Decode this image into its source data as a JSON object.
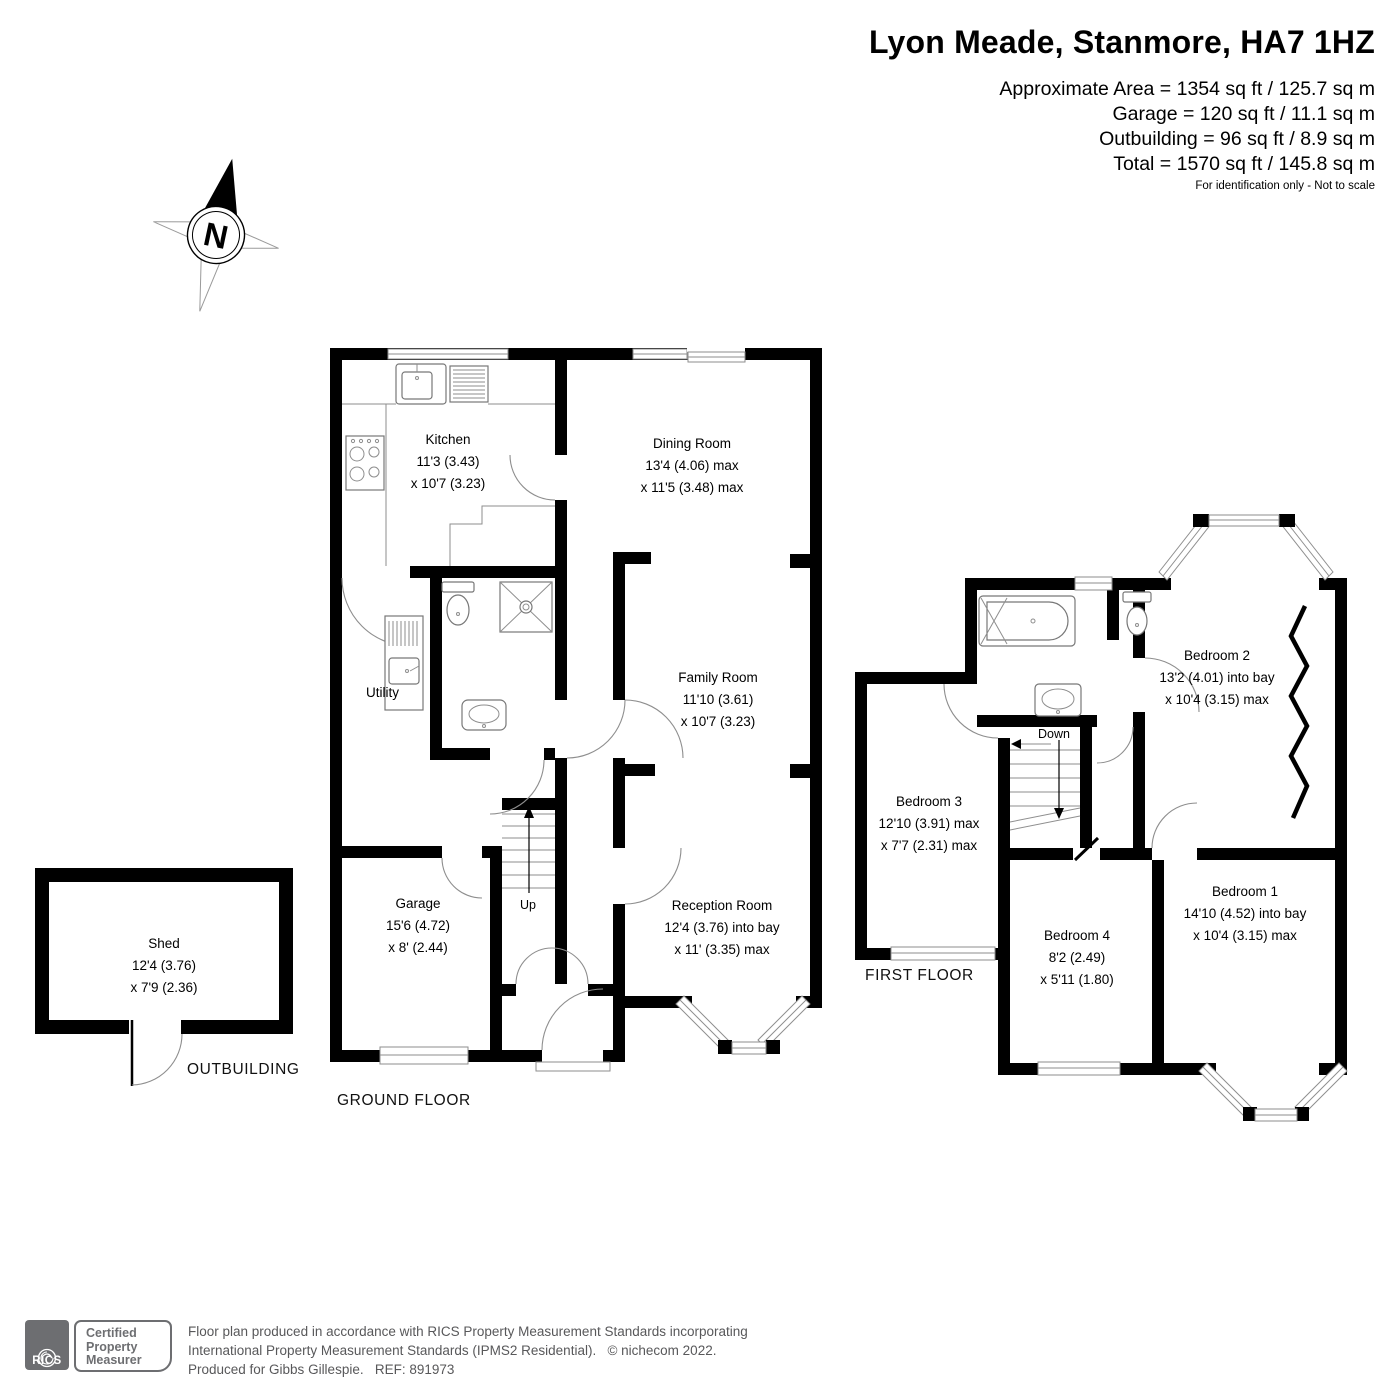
{
  "header": {
    "title": "Lyon Meade, Stanmore, HA7 1HZ",
    "area_lines": [
      "Approximate Area = 1354 sq ft / 125.7 sq m",
      "Garage = 120 sq ft / 11.1 sq m",
      "Outbuilding = 96 sq ft / 8.9 sq m",
      "Total = 1570 sq ft / 145.8 sq m"
    ],
    "disclaimer": "For identification only - Not to scale"
  },
  "compass": {
    "north_label": "N"
  },
  "ground_floor": {
    "label": "GROUND FLOOR",
    "stairs_label": "Up",
    "rooms": {
      "kitchen": {
        "name": "Kitchen",
        "dim1": "11'3 (3.43)",
        "dim2": "x 10'7 (3.23)"
      },
      "dining_room": {
        "name": "Dining Room",
        "dim1": "13'4 (4.06) max",
        "dim2": "x 11'5 (3.48) max"
      },
      "utility": {
        "name": "Utility"
      },
      "family_room": {
        "name": "Family Room",
        "dim1": "11'10 (3.61)",
        "dim2": "x 10'7 (3.23)"
      },
      "garage": {
        "name": "Garage",
        "dim1": "15'6 (4.72)",
        "dim2": "x 8' (2.44)"
      },
      "reception_room": {
        "name": "Reception Room",
        "dim1": "12'4 (3.76) into bay",
        "dim2": "x 11' (3.35) max"
      }
    }
  },
  "first_floor": {
    "label": "FIRST FLOOR",
    "stairs_label": "Down",
    "rooms": {
      "bedroom_1": {
        "name": "Bedroom 1",
        "dim1": "14'10 (4.52) into bay",
        "dim2": "x 10'4 (3.15) max"
      },
      "bedroom_2": {
        "name": "Bedroom 2",
        "dim1": "13'2 (4.01) into bay",
        "dim2": "x 10'4 (3.15) max"
      },
      "bedroom_3": {
        "name": "Bedroom 3",
        "dim1": "12'10 (3.91) max",
        "dim2": "x 7'7 (2.31) max"
      },
      "bedroom_4": {
        "name": "Bedroom 4",
        "dim1": "8'2 (2.49)",
        "dim2": "x 5'11 (1.80)"
      }
    }
  },
  "outbuilding": {
    "label": "OUTBUILDING",
    "rooms": {
      "shed": {
        "name": "Shed",
        "dim1": "12'4 (3.76)",
        "dim2": "x 7'9 (2.36)"
      }
    }
  },
  "footer": {
    "rics_label": "RICS",
    "cert_lines": [
      "Certified",
      "Property",
      "Measurer"
    ],
    "text_lines": [
      "Floor plan produced in accordance with RICS Property Measurement Standards incorporating",
      "International Property Measurement Standards (IPMS2 Residential).   © nichecom 2022.",
      "Produced for Gibbs Gillespie.   REF: 891973"
    ]
  },
  "colors": {
    "wall": "#000000",
    "thin_line": "#8e8e8e",
    "footer_gray": "#6d6e71"
  }
}
